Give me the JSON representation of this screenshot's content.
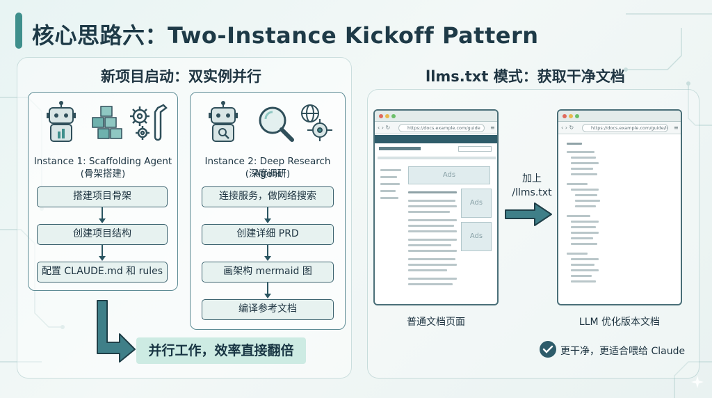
{
  "title": "核心思路六：Two-Instance Kickoff Pattern",
  "left": {
    "heading": "新项目启动：双实例并行",
    "agent1": {
      "name_line1": "Instance 1: Scaffolding Agent",
      "name_line2": "(骨架搭建)",
      "steps": [
        "搭建项目骨架",
        "创建项目结构",
        "配置 CLAUDE.md 和 rules"
      ]
    },
    "agent2": {
      "name_line1": "Instance 2: Deep Research Agent",
      "name_line2": "(深度调研)",
      "steps": [
        "连接服务，做网络搜索",
        "创建详细 PRD",
        "画架构 mermaid 图",
        "编译参考文档"
      ]
    },
    "result": "并行工作，效率直接翻倍"
  },
  "right": {
    "heading": "llms.txt 模式：获取干净文档",
    "normal_page": {
      "url": "https://docs.example.com/guide",
      "ad_label": "Ads",
      "caption": "普通文档页面"
    },
    "arrow_label": "加上\n/llms.txt",
    "llm_page": {
      "url": "https://docs.example.com/guide/llms.txt",
      "caption": "LLM 优化版本文档"
    },
    "badge": "更干净，更适合喂给 Claude"
  },
  "colors": {
    "accent": "#3f8f8c",
    "dark": "#2a5561",
    "step_bg": "#e7f2f0",
    "result_bg": "#cdebe3"
  }
}
